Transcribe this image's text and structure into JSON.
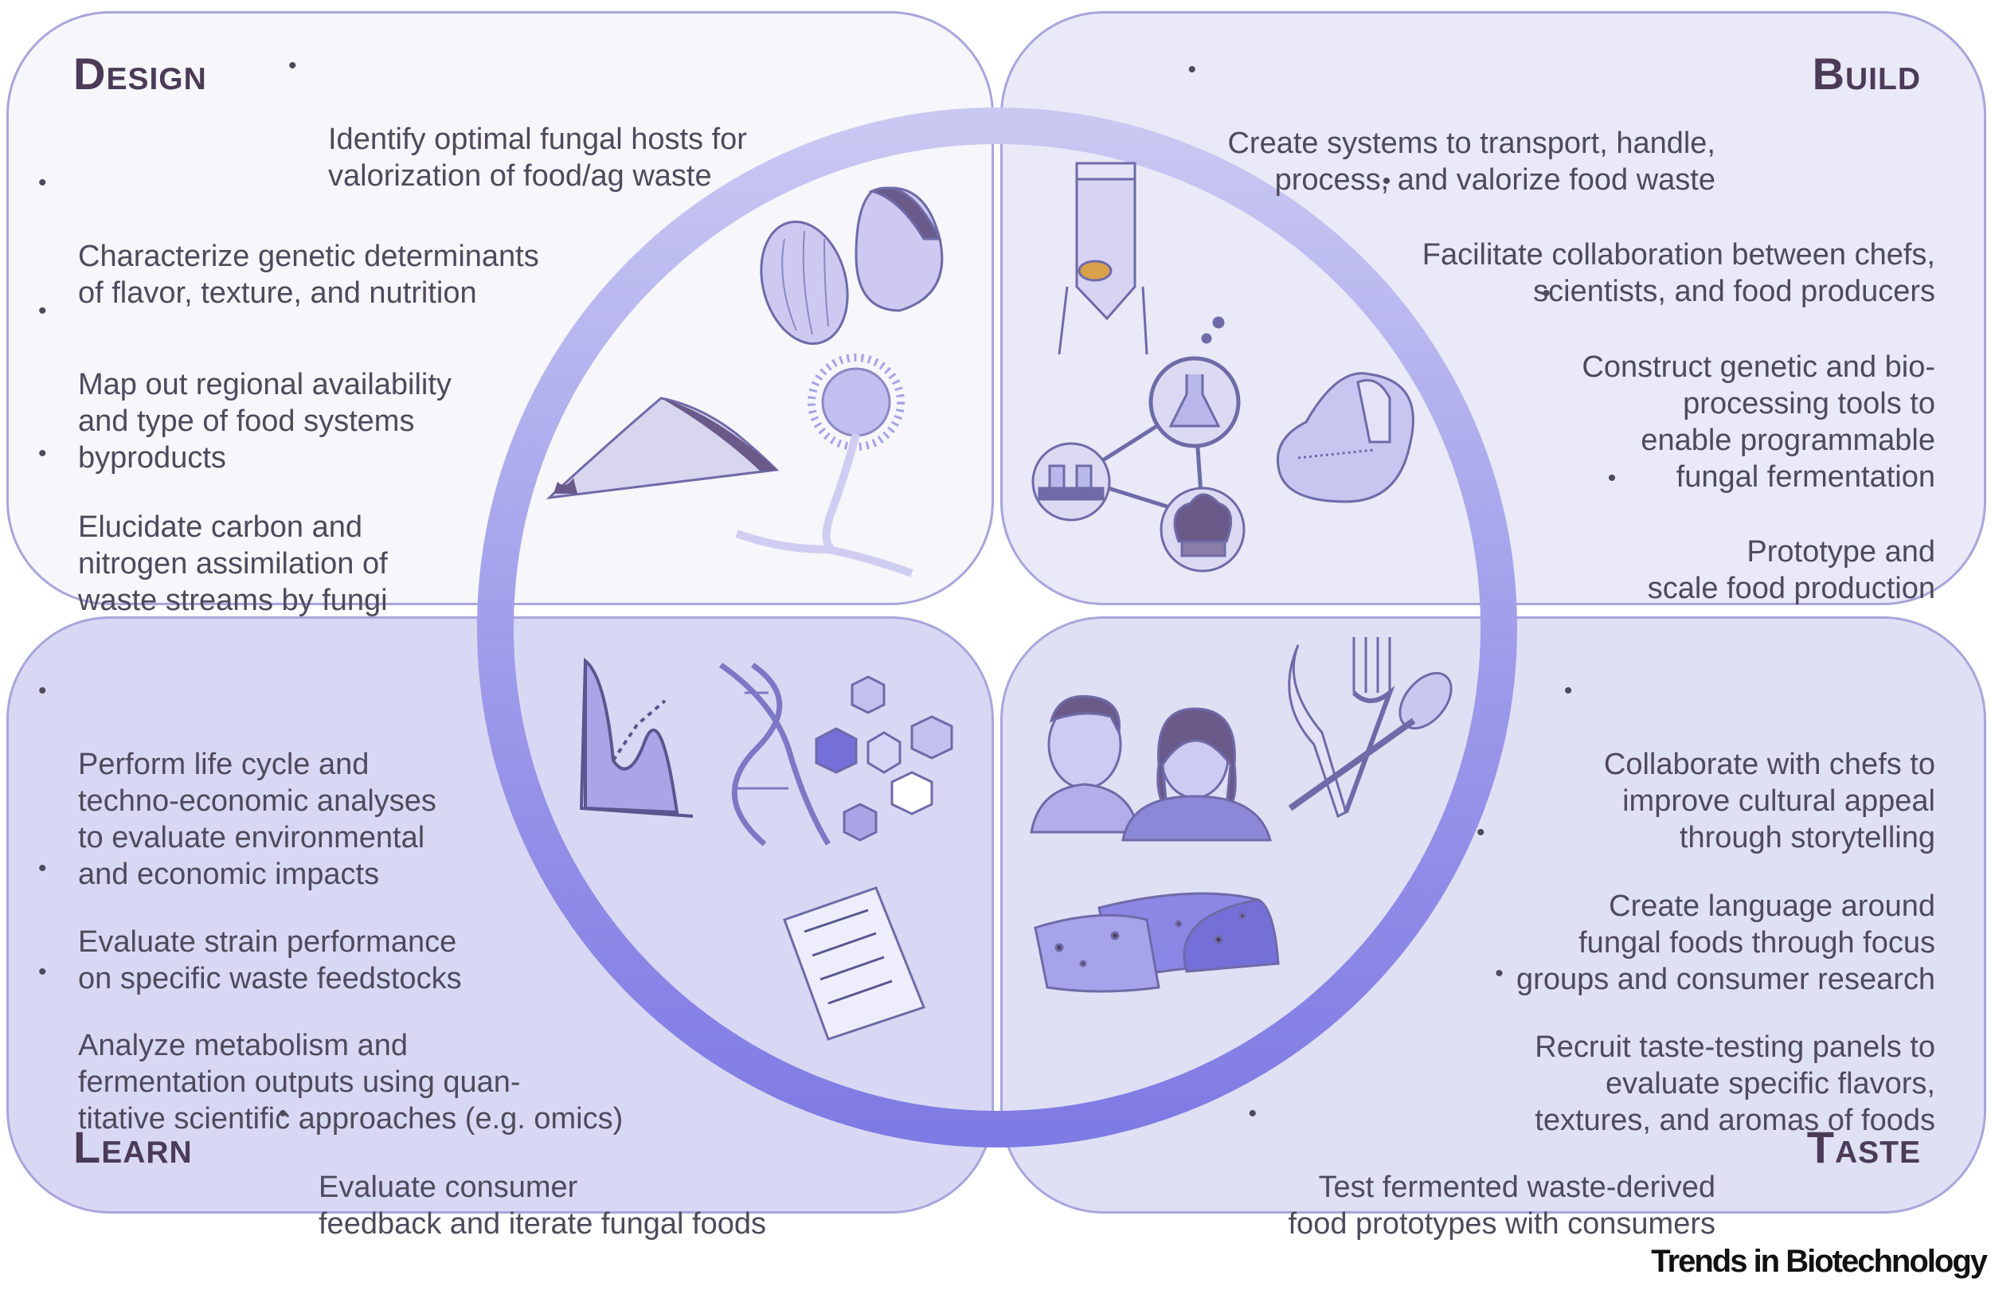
{
  "quadrants": {
    "design": {
      "title": "Design",
      "bullets": [
        "Identify optimal fungal hosts for\nvalorization of food/ag waste",
        "Characterize genetic determinants\nof flavor, texture, and nutrition",
        "Map out regional availability\nand type of food systems\nbyproducts",
        "Elucidate carbon and\nnitrogen assimilation of\nwaste streams by fungi"
      ]
    },
    "build": {
      "title": "Build",
      "bullets": [
        "Create systems to transport, handle,\nprocess, and valorize food waste",
        "Facilitate collaboration between chefs,\nscientists, and food producers",
        "Construct genetic and bio-\nprocessing tools to\nenable programmable\nfungal fermentation",
        "Prototype and\nscale food production"
      ]
    },
    "learn": {
      "title": "Learn",
      "bullets": [
        "Perform life cycle and\ntechno-economic analyses\nto evaluate environmental\nand economic impacts",
        "Evaluate strain performance\non specific waste feedstocks",
        "Analyze metabolism and\nfermentation outputs using quan-\ntitative scientific approaches (e.g. omics)",
        "Evaluate consumer\nfeedback and iterate fungal foods"
      ]
    },
    "taste": {
      "title": "Taste",
      "bullets": [
        "Collaborate with chefs to\nimprove cultural appeal\nthrough storytelling",
        "Create language around\nfungal foods through focus\ngroups and consumer research",
        "Recruit taste-testing panels to\nevaluate specific flavors,\ntextures, and aromas of foods",
        "Test fermented waste-derived\nfood prototypes with consumers"
      ]
    }
  },
  "bullet_symbol": "•",
  "brand": "Trends in Biotechnology",
  "colors": {
    "ring": "#b3b2ea",
    "ring_dark": "#8a86e6",
    "panel_border": "#a7a6dc",
    "heading": "#4b3b57",
    "text": "#4e4a5c",
    "icon_fill": "#c9c7ef",
    "icon_stroke": "#6f6aa8"
  },
  "icons": [
    "seed-icon",
    "powder-pile-icon",
    "fungus-sporangium-icon",
    "silo-tank-icon",
    "flask-network-icon",
    "bioreactor-icon",
    "chef-hat-icon",
    "kidney-organism-icon",
    "line-graph-icon",
    "dna-helix-icon",
    "hexagon-cluster-icon",
    "checklist-icon",
    "people-icon",
    "utensils-icon",
    "bread-loaf-icon"
  ]
}
